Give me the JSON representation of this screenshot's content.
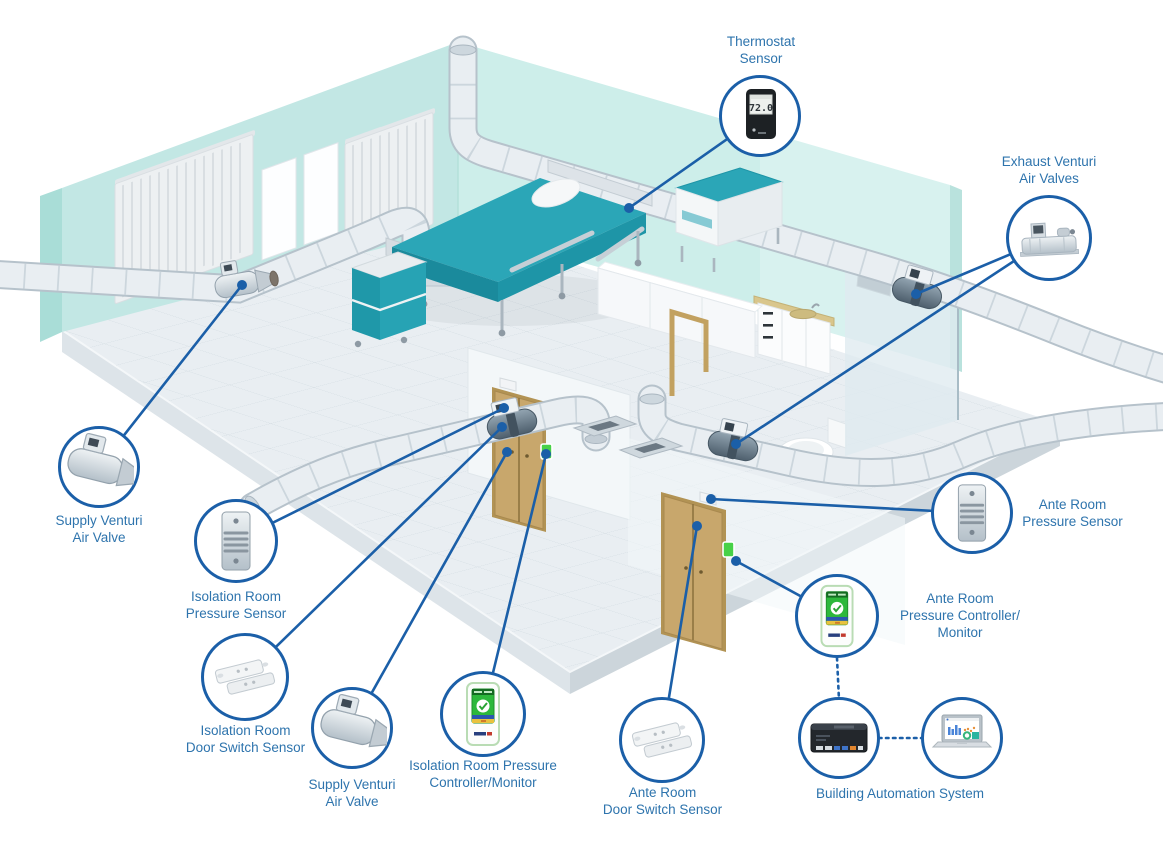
{
  "palette": {
    "accent_line_blue": "#1b5fa8",
    "label_text_blue": "#2e74ad",
    "room_wall_teal": "#c9ebe8",
    "bed_teal": "#2ba6b7",
    "door_tan": "#c8a76c",
    "controller_green": "#2db83c"
  },
  "callouts": [
    {
      "id": "thermostat-sensor",
      "lines": [
        "Thermostat",
        "Sensor"
      ],
      "reading": "72.0"
    },
    {
      "id": "exhaust-venturi-air-valves",
      "lines": [
        "Exhaust Venturi",
        "Air Valves"
      ]
    },
    {
      "id": "supply-venturi-air-valve-left",
      "lines": [
        "Supply Venturi",
        "Air Valve"
      ]
    },
    {
      "id": "isolation-room-pressure-sensor",
      "lines": [
        "Isolation Room",
        "Pressure Sensor"
      ]
    },
    {
      "id": "isolation-room-door-switch-sensor",
      "lines": [
        "Isolation Room",
        "Door Switch Sensor"
      ]
    },
    {
      "id": "supply-venturi-air-valve-bottom",
      "lines": [
        "Supply Venturi",
        "Air Valve"
      ]
    },
    {
      "id": "isolation-room-pressure-controller",
      "lines": [
        "Isolation Room Pressure",
        "Controller/Monitor"
      ]
    },
    {
      "id": "ante-room-door-switch-sensor",
      "lines": [
        "Ante Room",
        "Door Switch Sensor"
      ]
    },
    {
      "id": "ante-room-pressure-sensor",
      "lines": [
        "Ante Room",
        "Pressure Sensor"
      ]
    },
    {
      "id": "ante-room-pressure-controller",
      "lines": [
        "Ante Room",
        "Pressure Controller/",
        "Monitor"
      ]
    },
    {
      "id": "building-automation-system",
      "lines": [
        "Building Automation System"
      ]
    }
  ]
}
